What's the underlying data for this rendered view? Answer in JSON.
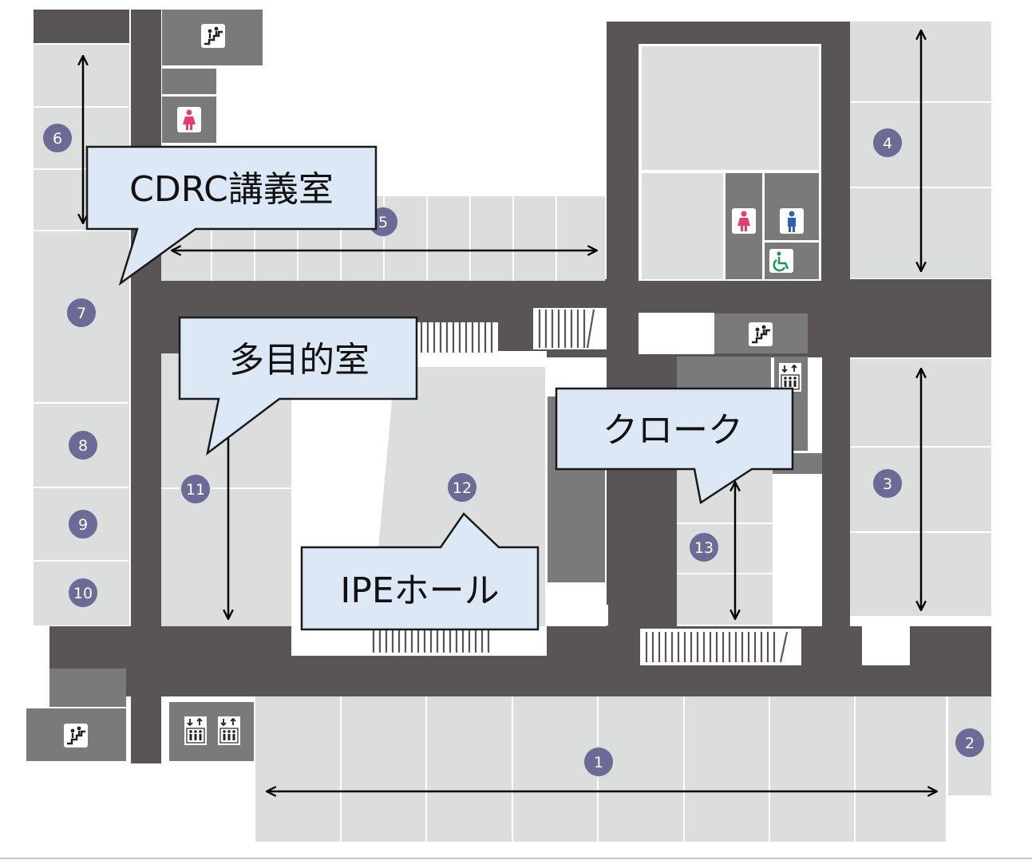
{
  "colors": {
    "corridor": "#595456",
    "room": "#dcdddd",
    "room_divider": "#ffffff",
    "dark_room": "#7a7a7a",
    "marker": "#6c6a96",
    "callout_fill": "#dce8f5",
    "callout_stroke": "#1a1a1a",
    "arrow": "#000000"
  },
  "callouts": {
    "cdrc": "CDRC講義室",
    "multipurpose": "多目的室",
    "cloak": "クローク",
    "ipe_hall": "IPEホール"
  },
  "room_numbers": {
    "r1": "1",
    "r2": "2",
    "r3": "3",
    "r4": "4",
    "r5": "5",
    "r6": "6",
    "r7": "7",
    "r8": "8",
    "r9": "9",
    "r10": "10",
    "r11": "11",
    "r12": "12",
    "r13": "13"
  },
  "icons": {
    "stairs": "stairs-icon",
    "elevator": "elevator-icon",
    "restroom_female": "female-restroom-icon",
    "restroom_male": "male-restroom-icon",
    "accessible": "wheelchair-icon"
  }
}
